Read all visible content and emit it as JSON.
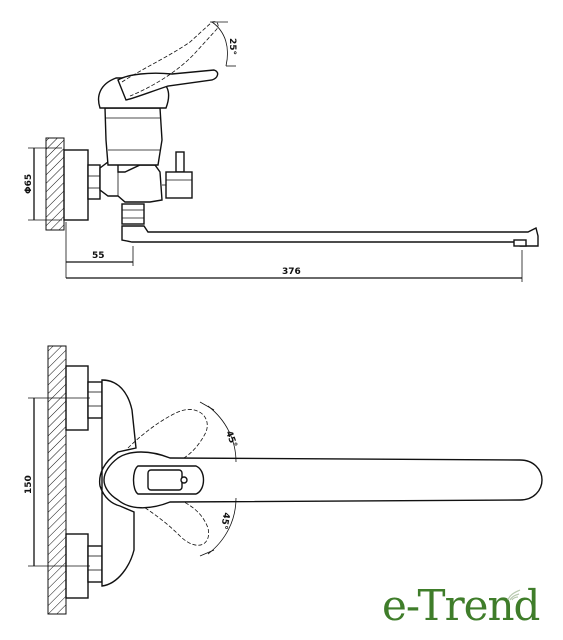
{
  "top_view": {
    "handle_angle": "25°",
    "dim_diameter": "Φ65",
    "dim_offset": "55",
    "dim_length": "376"
  },
  "bottom_view": {
    "angle_upper": "45°",
    "angle_lower": "45°",
    "dim_spacing": "150"
  },
  "logo": {
    "text": "e-Trend",
    "color": "#3f7d2a"
  }
}
